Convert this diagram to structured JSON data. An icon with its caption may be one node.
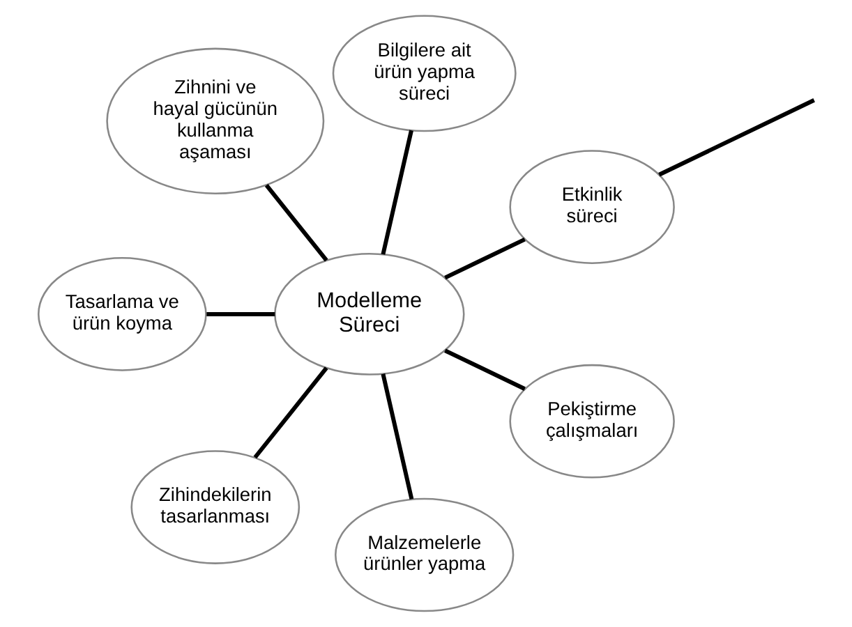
{
  "diagram": {
    "nodes": [
      {
        "text": [
          "Modelleme Süreci"
        ]
      },
      {
        "text": [
          "Etkinlik süreci"
        ]
      },
      {
        "text": [
          "Bilgilere ait ürün yapma süreci"
        ]
      },
      {
        "text": [
          "Zihnini ve hayal gücünün kullanma aşaması"
        ]
      },
      {
        "text": [
          "Tasarlama ve ürün koyma"
        ]
      },
      {
        "text": [
          "Zihindekilerin tasarlanması"
        ]
      },
      {
        "text": [
          "Malzemelerle ürünler yapma"
        ]
      },
      {
        "text": [
          "Pekiştirme çalışmaları"
        ]
      }
    ],
    "edges": [
      {
        "from": 0,
        "to": 1,
        "arrow": "none"
      },
      {
        "from": 0,
        "to": 2,
        "arrow": "none"
      },
      {
        "from": 0,
        "to": 3,
        "arrow": "none"
      },
      {
        "from": 0,
        "to": 4,
        "arrow": "none"
      },
      {
        "from": 0,
        "to": 5,
        "arrow": "none"
      },
      {
        "from": 0,
        "to": 6,
        "arrow": "none"
      },
      {
        "from": 0,
        "to": 7,
        "arrow": "none"
      },
      {
        "from": 1,
        "to": null,
        "arrow": "none"
      }
    ]
  }
}
